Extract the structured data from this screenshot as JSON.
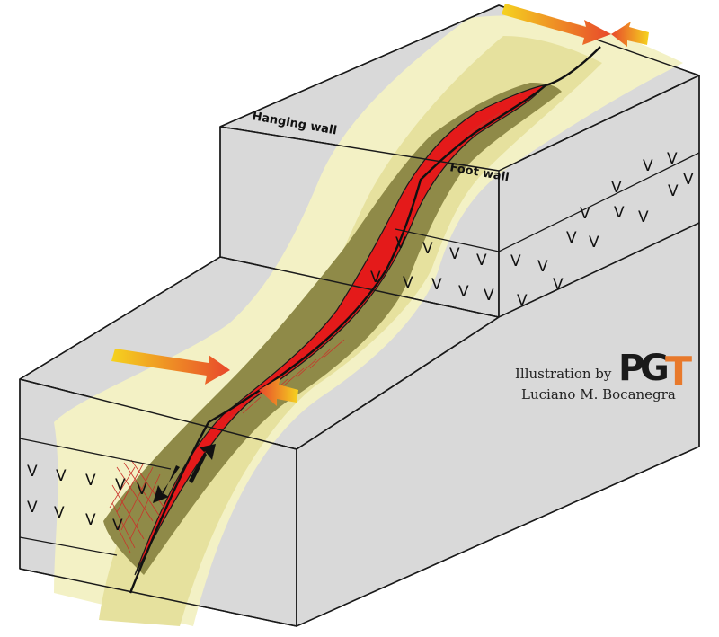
{
  "labels": {
    "hanging_wall": "Hanging wall",
    "foot_wall": "Foot wall"
  },
  "credit": {
    "line1": "Illustration by",
    "line2": "Luciano M. Bocanegra"
  },
  "logo": {
    "p": "P",
    "g": "G",
    "t": "T"
  },
  "colors": {
    "block_gray": "#d9d9d9",
    "block_edge": "#1a1a1a",
    "light_band": "#f3f1c5",
    "mid_band": "#e6e19e",
    "dark_band": "#8f8a48",
    "fault_core": "#e41a1a",
    "arrow_start": "#f5d31f",
    "arrow_end": "#e8482b",
    "logo_accent": "#e8792b"
  },
  "icons": {
    "compression_arrows": "arrow-right-icon",
    "slip_arrows": "arrow-up-icon"
  }
}
